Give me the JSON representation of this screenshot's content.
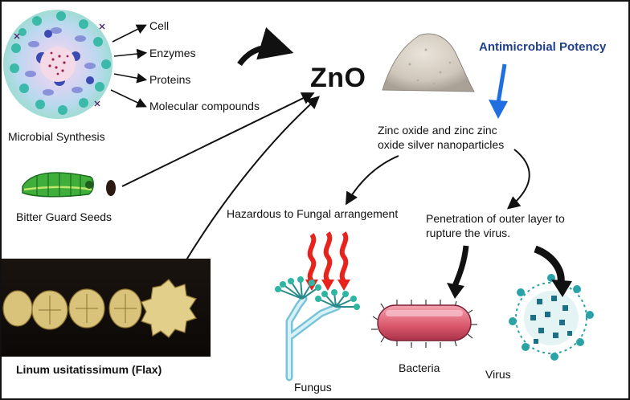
{
  "synthesis": {
    "items": [
      "Cell",
      "Enzymes",
      "Proteins",
      "Molecular compounds"
    ],
    "caption": "Microbial Synthesis"
  },
  "center": {
    "product": "ZnO"
  },
  "sources": {
    "seeds_caption": "Bitter Guard Seeds",
    "flax_caption": "Linum usitatissimum (Flax)"
  },
  "potency": {
    "title": "Antimicrobial Potency",
    "nanoparticles": [
      "Zinc oxide and zinc zinc",
      "oxide silver nanoparticles"
    ]
  },
  "effects": {
    "fungal": "Hazardous to Fungal arrangement",
    "viral": [
      "Penetration of outer layer to",
      "rupture the virus."
    ]
  },
  "organisms": {
    "fungus": "Fungus",
    "bacteria": "Bacteria",
    "virus": "Virus"
  },
  "colors": {
    "accent_blue": "#1f6fe0",
    "potency_text": "#1f3f8a",
    "heat_red": "#e8231c",
    "bacteria_red": "#d9566a",
    "teal": "#2aa3a8"
  }
}
